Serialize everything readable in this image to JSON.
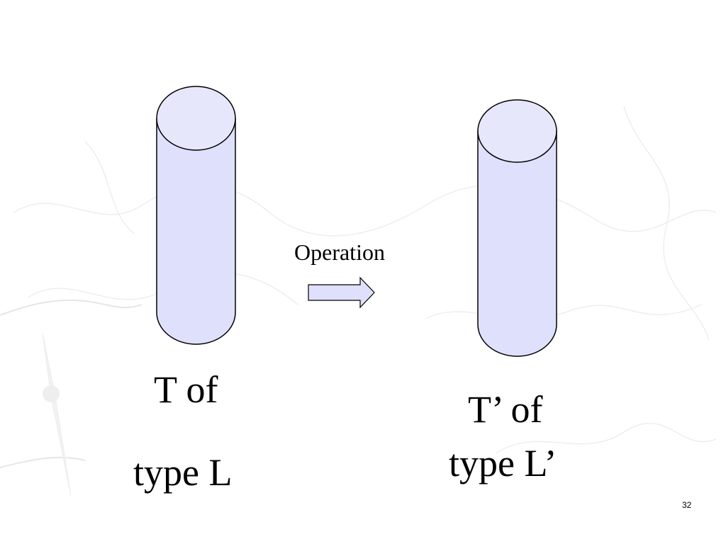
{
  "slide": {
    "left_cylinder": {
      "line1": "T of",
      "line2": "type L"
    },
    "right_cylinder": {
      "line1": "T’ of",
      "line2": "type L’"
    },
    "operation_label": "Operation",
    "page_number": "32"
  },
  "colors": {
    "cylinder_fill": "#dfe0fb",
    "cylinder_top": "#e6e7fb",
    "outline": "#000000",
    "arrow_fill": "#dfe0fb"
  }
}
